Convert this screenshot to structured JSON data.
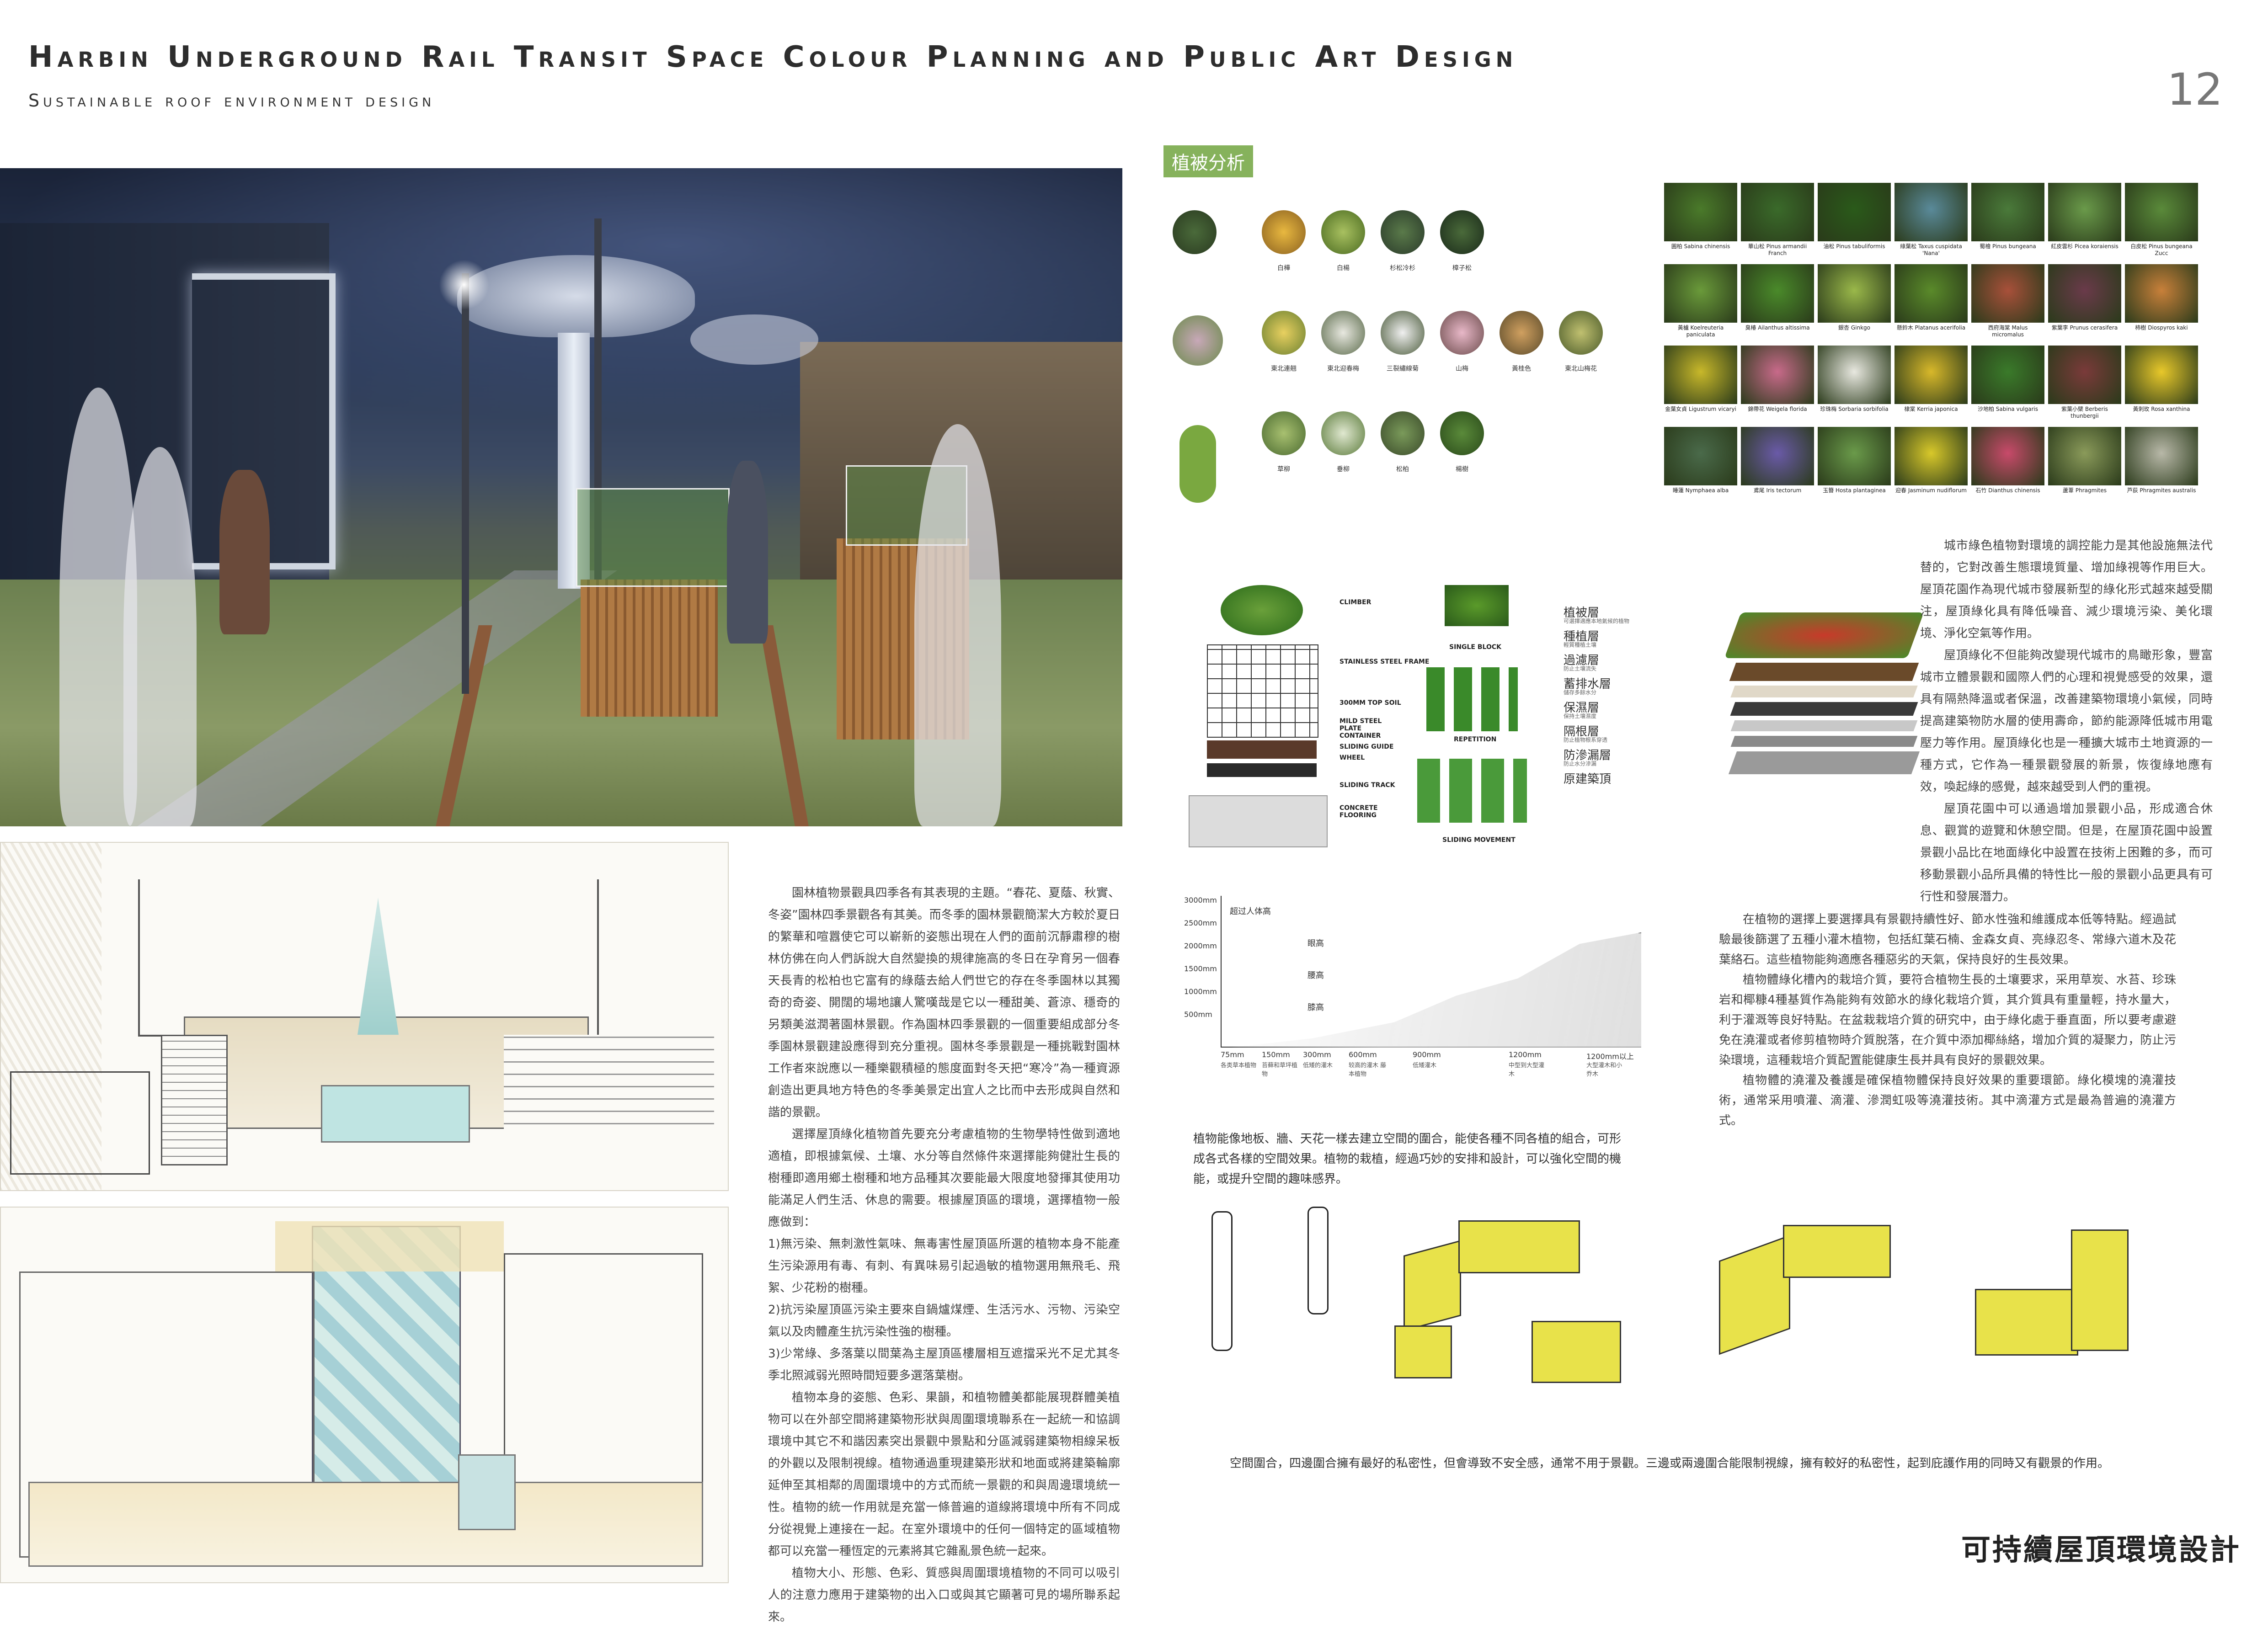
{
  "header": {
    "title": "Harbin Underground Rail Transit Space Colour Planning and Public Art Design",
    "subtitle": "Sustainable roof environment design",
    "page_number": "12"
  },
  "footer_title": "可持續屋頂環境設計",
  "vegetation_tag": "植被分析",
  "plant_circles": {
    "row1": [
      "白樺",
      "白楊",
      "杉松冷杉",
      "樟子松"
    ],
    "row2": [
      "東北連翹",
      "東北迎春梅",
      "三裂繡線菊",
      "山梅",
      "黃桂色",
      "東北山梅花"
    ],
    "row3": [
      "草柳",
      "垂柳",
      "松柏",
      "楊樹"
    ]
  },
  "plant_photos": {
    "row1": [
      {
        "zh": "圓柏",
        "en": "Sabina chinensis"
      },
      {
        "zh": "華山松",
        "en": "Pinus armandii Franch"
      },
      {
        "zh": "油松",
        "en": "Pinus tabuliformis"
      },
      {
        "zh": "綠葉松",
        "en": "Taxus cuspidata 'Nana'"
      },
      {
        "zh": "蜀檜",
        "en": "Pinus bungeana"
      },
      {
        "zh": "紅皮雲杉",
        "en": "Picea koraiensis"
      },
      {
        "zh": "白皮松",
        "en": "Pinus bungeana Zucc"
      }
    ],
    "row2": [
      {
        "zh": "黃櫨",
        "en": "Koelreuteria paniculata"
      },
      {
        "zh": "臭椿",
        "en": "Ailanthus altissima"
      },
      {
        "zh": "銀杏",
        "en": "Ginkgo"
      },
      {
        "zh": "懸鈴木",
        "en": "Platanus acerifolia"
      },
      {
        "zh": "西府海棠",
        "en": "Malus micromalus"
      },
      {
        "zh": "紫葉李",
        "en": "Prunus cerasifera"
      },
      {
        "zh": "柿樹",
        "en": "Diospyros kaki"
      }
    ],
    "row3": [
      {
        "zh": "金葉女貞",
        "en": "Ligustrum vicaryi"
      },
      {
        "zh": "錦帶花",
        "en": "Weigela florida"
      },
      {
        "zh": "珍珠梅",
        "en": "Sorbaria sorbifolia"
      },
      {
        "zh": "棣棠",
        "en": "Kerria japonica"
      },
      {
        "zh": "沙地柏",
        "en": "Sabina vulgaris"
      },
      {
        "zh": "紫葉小檗",
        "en": "Berberis thunbergii"
      },
      {
        "zh": "黃刺玫",
        "en": "Rosa xanthina"
      }
    ],
    "row4": [
      {
        "zh": "睡蓮",
        "en": "Nymphaea alba"
      },
      {
        "zh": "鳶尾",
        "en": "Iris tectorum"
      },
      {
        "zh": "玉簪",
        "en": "Hosta plantaginea"
      },
      {
        "zh": "迎春",
        "en": "Jasminum nudiflorum"
      },
      {
        "zh": "石竹",
        "en": "Dianthus chinensis"
      },
      {
        "zh": "蘆葦",
        "en": "Phragmites"
      },
      {
        "zh": "芦荻",
        "en": "Phragmites australis"
      }
    ]
  },
  "planter_diagram": {
    "labels": [
      "CLIMBER",
      "STAINLESS STEEL FRAME",
      "300MM TOP SOIL",
      "MILD STEEL PLATE CONTAINER",
      "SLIDING GUIDE",
      "WHEEL",
      "SLIDING TRACK",
      "CONCRETE FLOORING"
    ],
    "modes": [
      "SINGLE BLOCK",
      "REPETITION",
      "SLIDING MOVEMENT"
    ]
  },
  "roof_layers": [
    {
      "name": "植被層",
      "note": "可選擇適應本地氣候的植物"
    },
    {
      "name": "種植層",
      "note": "輕質種植土壤"
    },
    {
      "name": "過濾層",
      "note": "防止土壤流失"
    },
    {
      "name": "蓄排水層",
      "note": "儲存多餘水分"
    },
    {
      "name": "保濕層",
      "note": "保持土壤濕度"
    },
    {
      "name": "隔根層",
      "note": "防止植物根系穿透"
    },
    {
      "name": "防滲漏層",
      "note": "防止水分滲漏"
    },
    {
      "name": "原建築頂",
      "note": ""
    }
  ],
  "right_text": [
    "城市綠色植物對環境的調控能力是其他設施無法代替的，它對改善生態環境質量、增加綠視等作用巨大。屋頂花園作為現代城市發展新型的綠化形式越來越受關注，屋頂綠化具有降低噪音、減少環境污染、美化環境、淨化空氣等作用。",
    "屋頂綠化不但能夠改變現代城市的鳥瞰形象，豐富城市立體景觀和國際人們的心理和視覺感受的效果，還具有隔熱降溫或者保溫，改善建築物環境小氣候，同時提高建築物防水層的使用壽命，節約能源降低城市用電壓力等作用。屋頂綠化也是一種擴大城市土地資源的一種方式，它作為一種景觀發展的新景，恢復綠地應有效，喚起綠的感覺，越來越受到人們的重視。",
    "屋頂花園中可以通過增加景觀小品，形成適合休息、觀賞的遊覽和休憩空間。但是，在屋頂花園中設置景觀小品比在地面綠化中設置在技術上困難的多，而可移動景觀小品所具備的特性比一般的景觀小品更具有可行性和發展潛力。"
  ],
  "middle_left_text": [
    "園林植物景觀具四季各有其表現的主題。“春花、夏蔭、秋實、冬姿”園林四季景觀各有其美。而冬季的園林景觀簡潔大方較於夏日的繁華和喧囂使它可以嶄新的姿態出現在人們的面前沉靜肅穆的樹林仿佛在向人們訴說大自然變換的規律施高的冬日在孕育另一個春天長青的松柏也它富有的綠蔭去給人們世它的存在冬季園林以其獨奇的奇姿、開闊的場地讓人驚嘆哉是它以一種甜美、蒼涼、穩奇的另類美滋潤著園林景觀。作為園林四季景觀的一個重要組成部分冬季園林景觀建設應得到充分重視。園林冬季景觀是一種挑戰對園林工作者來說應以一種樂觀積極的態度面對冬天把“寒冷”為一種資源創造出更具地方特色的冬季美景定出宜人之比而中去形成與自然和諧的景觀。",
    "選擇屋頂綠化植物首先要充分考慮植物的生物學特性做到適地適植，即根據氣候、土壤、水分等自然條件來選擇能夠健壯生長的樹種即適用鄉土樹種和地方品種其次要能最大限度地發揮其使用功能滿足人們生活、休息的需要。根據屋頂區的環境，選擇植物一般應做到：",
    "1)無污染、無刺激性氣味、無毒害性屋頂區所選的植物本身不能產生污染源用有毒、有刺、有異味易引起過敏的植物選用無飛毛、飛絮、少花粉的樹種。",
    "2)抗污染屋頂區污染主要來自鍋爐煤煙、生活污水、污物、污染空氣以及肉體產生抗污染性強的樹種。",
    "3)少常綠、多落葉以間葉為主屋頂區樓層相互遮擋采光不足尤其冬季北照減弱光照時間短要多選落葉樹。",
    "植物本身的姿態、色彩、果韻，和植物體美都能展現群體美植物可以在外部空間將建築物形狀與周圍環境聯系在一起統一和協調環境中其它不和諧因素突出景觀中景點和分區減弱建築物相線呆板的外觀以及限制視線。植物通過重現建築形狀和地面或將建築輪廓延伸至其相鄰的周圍環境中的方式而統一景觀的和與周邊環境統一性。植物的統一作用就是充當一條普遍的道線將環境中所有不同成分從視覺上連接在一起。在室外環境中的任何一個特定的區域植物都可以充當一種恆定的元素將其它雜亂景色統一起來。",
    "植物大小、形態、色彩、質感與周圍環境植物的不同可以吸引人的注意力應用于建築物的出入口或與其它顯著可見的場所聯系起來。"
  ],
  "height_diagram": {
    "y_labels": [
      "3000mm",
      "2500mm",
      "2000mm",
      "1500mm",
      "1000mm",
      "500mm"
    ],
    "levels": [
      "超过人体高",
      "眼高",
      "腰高",
      "膝高"
    ],
    "x_labels": [
      "75mm",
      "150mm",
      "300mm",
      "600mm",
      "900mm",
      "1200mm",
      "1200mm以上"
    ],
    "x_sub": [
      "各类草本植物",
      "苔藓和草坪植物",
      "低矮的灌木",
      "较高的灌木 藤本植物",
      "低矮灌木",
      "中型到大型灌木",
      "大型灌木和小乔木"
    ]
  },
  "height_caption": "植物能像地板、牆、天花一樣去建立空間的圍合，能使各種不同各植的組合，可形成各式各樣的空間效果。植物的栽植，經過巧妙的安排和設計，可以強化空間的機能，或提升空間的趣味感界。",
  "middle_right_text": [
    "在植物的選擇上要選擇具有景觀持續性好、節水性強和維護成本低等特點。經過試驗最後篩選了五種小灌木植物，包括紅葉石楠、金森女貞、亮綠忍冬、常綠六道木及花葉絡石。這些植物能夠適應各種惡劣的天氣，保持良好的生長效果。",
    "植物體綠化槽內的栽培介質，要符合植物生長的土壤要求，采用草炭、水苔、珍珠岩和椰糠4種基質作為能夠有效節水的綠化栽培介質，其介質具有重量輕，持水量大，利于灌溉等良好特點。在盆栽栽培介質的研究中，由于綠化處于垂直面，所以要考慮避免在澆灌或者修剪植物時介質脫落，在介質中添加椰絲絡，增加介質的凝聚力，防止污染環境，這種栽培介質配置能健康生長并具有良好的景觀效果。",
    "植物體的澆灌及養護是確保植物體保持良好效果的重要環節。綠化模塊的澆灌技術，通常采用噴灌、滴灌、滲潤虹吸等澆灌技術。其中滴灌方式是最為普遍的澆灌方式。"
  ],
  "enclosure_caption": "空間圍合，四邊圍合擁有最好的私密性，但會導致不安全感，通常不用于景觀。三邊或兩邊圍合能限制視線，擁有較好的私密性，起到庇護作用的同時又有觀景的作用。"
}
